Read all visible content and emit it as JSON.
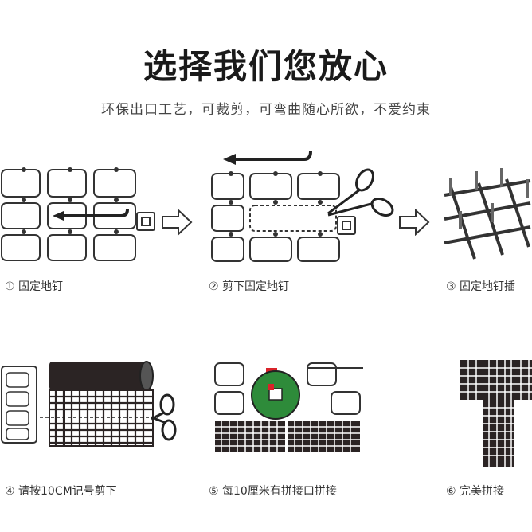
{
  "header": {
    "title": "选择我们您放心",
    "subtitle": "环保出口工艺，可裁剪，可弯曲随心所欲，不爱约束"
  },
  "steps": [
    {
      "label": "① 固定地钉"
    },
    {
      "label": "② 剪下固定地钉"
    },
    {
      "label": "③ 固定地钉插"
    },
    {
      "label": "④ 请按10CM记号剪下"
    },
    {
      "label": "⑤ 每10厘米有拼接口拼接"
    },
    {
      "label": "⑥ 完美拼接"
    }
  ],
  "colors": {
    "line": "#333333",
    "dark_mat": "#2b2424",
    "accent_red": "#d9232a",
    "accent_green": "#2e8b3a"
  }
}
